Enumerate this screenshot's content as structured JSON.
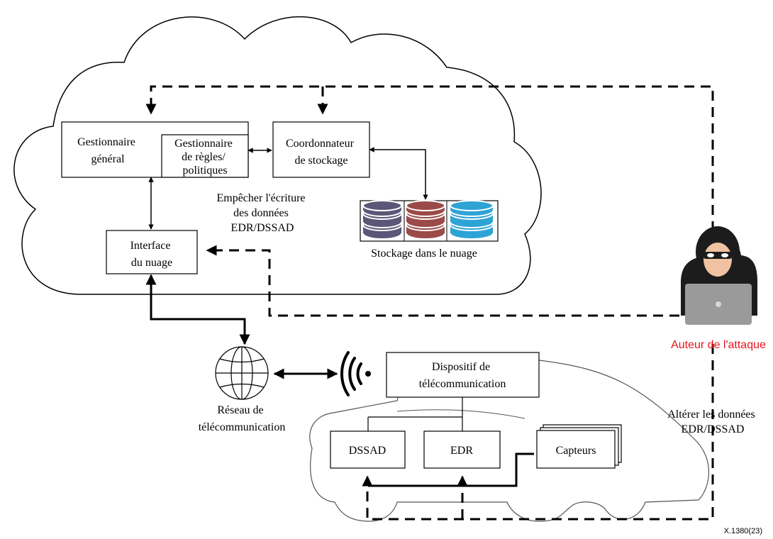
{
  "figure_id": "X.1380(23)",
  "cloud": {
    "general_manager": [
      "Gestionnaire",
      "général"
    ],
    "rules_manager": [
      "Gestionnaire",
      "de règles/",
      "politiques"
    ],
    "storage_coordinator": [
      "Coordonnateur",
      "de stockage"
    ],
    "cloud_interface": [
      "Interface",
      "du nuage"
    ],
    "cloud_storage": "Stockage dans le nuage",
    "prevent_write": [
      "Empêcher l'écriture",
      "des données",
      "EDR/DSSAD"
    ]
  },
  "network": {
    "label": [
      "Réseau de",
      "télécommunication"
    ]
  },
  "vehicle": {
    "telecom_device": [
      "Dispositif de",
      "télécommunication"
    ],
    "dssad": "DSSAD",
    "edr": "EDR",
    "sensors": "Capteurs"
  },
  "attacker": {
    "label": "Auteur de l'attaque",
    "alter_data": [
      "Altérer les données",
      "EDR/DSSAD"
    ]
  },
  "colors": {
    "attacker_label": "#e8141c",
    "db_purple": "#5b5778",
    "db_red": "#9b4a48",
    "db_blue": "#2ea3d6",
    "hood": "#1c1c1c",
    "laptop": "#9a9a9a"
  }
}
